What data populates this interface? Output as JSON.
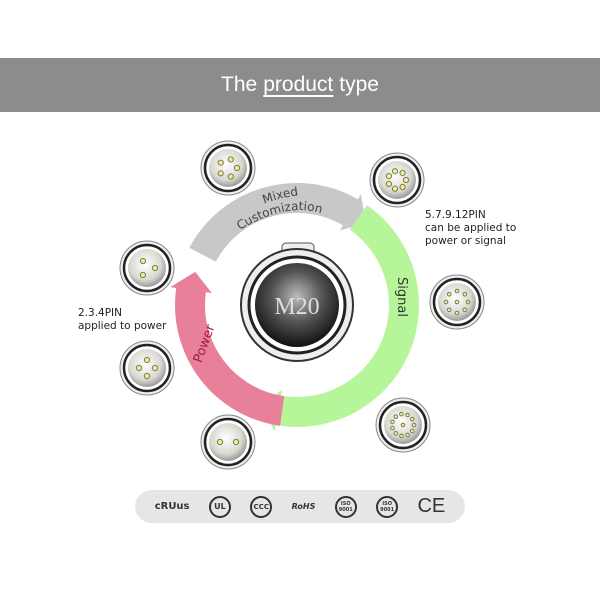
{
  "banner": {
    "prefix": "The",
    "highlight": "product",
    "suffix": "type"
  },
  "ring": {
    "mixed_label_1": "Mixed",
    "mixed_label_2": "Customization",
    "signal_label": "Signal",
    "power_label": "Power",
    "center_label": "M20",
    "colors": {
      "mixed": "#c8c8c8",
      "signal": "#b6f59a",
      "power": "#e8809a"
    }
  },
  "notes": {
    "power_note": [
      "2.3.4PIN",
      "applied to power"
    ],
    "signal_note": [
      "5.7.9.12PIN",
      "can be applied to",
      "power or signal"
    ]
  },
  "certifications": [
    "cRUus",
    "UL",
    "CCC",
    "RoHS",
    "ISO 9001",
    "ISO 9001",
    "CE"
  ]
}
